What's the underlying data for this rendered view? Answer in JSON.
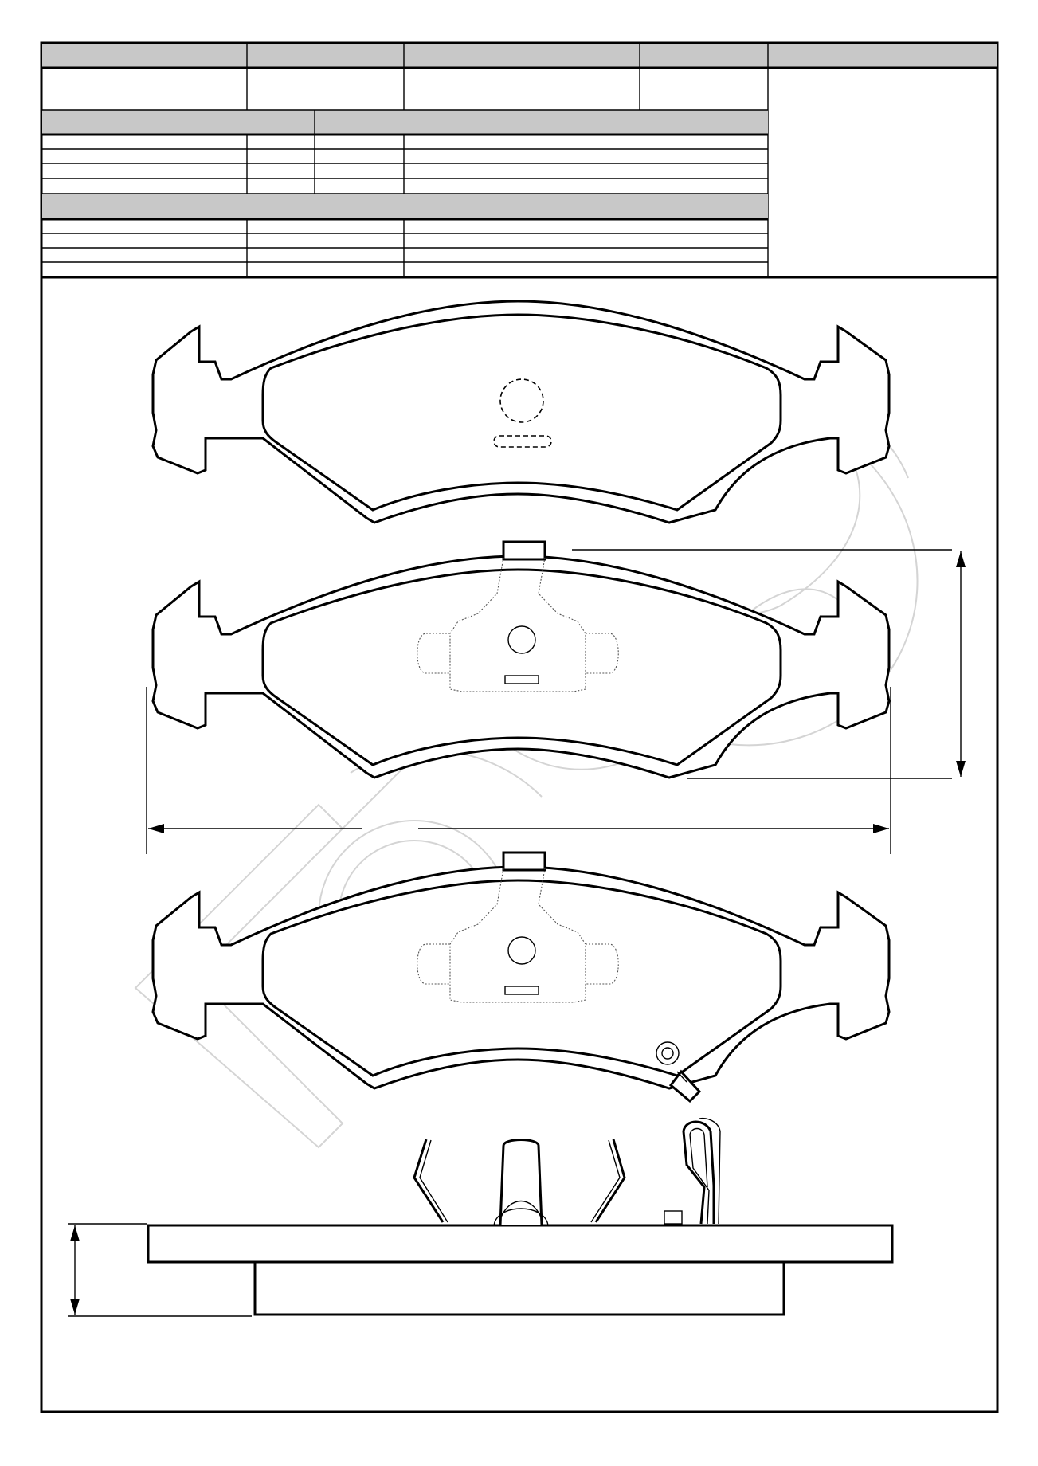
{
  "sheet": {
    "title": "",
    "header_cells": [
      "",
      "",
      "",
      "",
      ""
    ],
    "info_cells": [
      "",
      "",
      "",
      ""
    ],
    "table_a": {
      "headers": [
        "",
        "",
        "",
        ""
      ],
      "rows": [
        [
          "",
          "",
          "",
          ""
        ],
        [
          "",
          "",
          "",
          ""
        ],
        [
          "",
          "",
          "",
          ""
        ],
        [
          "",
          "",
          "",
          ""
        ]
      ]
    },
    "table_b": {
      "headers": [
        "",
        "",
        "",
        ""
      ],
      "rows": [
        [
          "",
          "",
          ""
        ],
        [
          "",
          "",
          ""
        ],
        [
          "",
          "",
          ""
        ],
        [
          "",
          "",
          ""
        ]
      ]
    },
    "side_panel": ""
  },
  "drawing": {
    "views": [
      "pad-top-view",
      "pad-with-clip-view",
      "pad-with-sensor-view",
      "side-profile-view"
    ],
    "dimensions": {
      "width": "",
      "height": "",
      "thickness": ""
    }
  }
}
